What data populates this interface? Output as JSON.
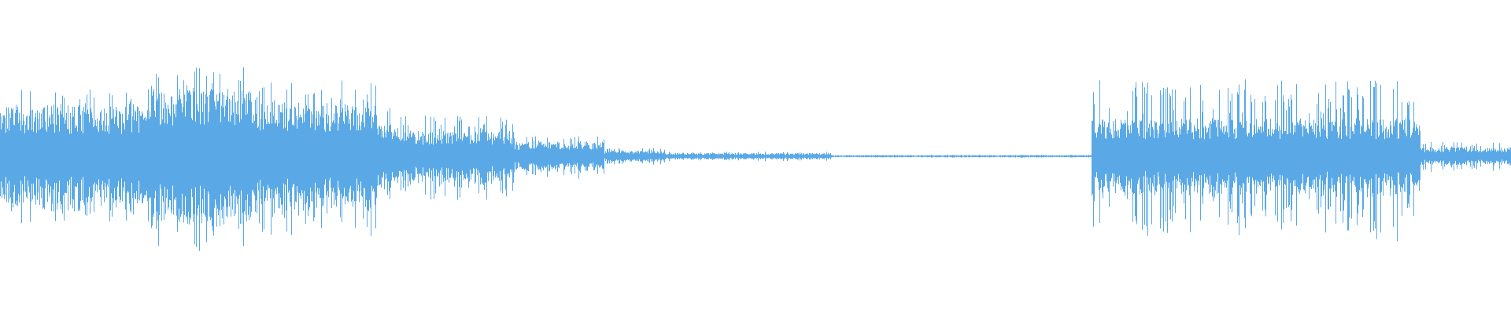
{
  "waveform": {
    "color": "#5aa9e6",
    "background": "#ffffff",
    "duration_fraction_segments": [
      {
        "start": 0.0,
        "end": 0.1,
        "level": 0.55,
        "spike": 0.75
      },
      {
        "start": 0.1,
        "end": 0.17,
        "level": 0.75,
        "spike": 1.0
      },
      {
        "start": 0.17,
        "end": 0.25,
        "level": 0.6,
        "spike": 0.85
      },
      {
        "start": 0.25,
        "end": 0.27,
        "level": 0.35,
        "spike": 0.55
      },
      {
        "start": 0.27,
        "end": 0.34,
        "level": 0.28,
        "spike": 0.45
      },
      {
        "start": 0.34,
        "end": 0.4,
        "level": 0.16,
        "spike": 0.22
      },
      {
        "start": 0.4,
        "end": 0.44,
        "level": 0.06,
        "spike": 0.09
      },
      {
        "start": 0.44,
        "end": 0.55,
        "level": 0.035,
        "spike": 0.05
      },
      {
        "start": 0.55,
        "end": 0.722,
        "level": 0.012,
        "spike": 0.015
      },
      {
        "start": 0.722,
        "end": 0.94,
        "level": 0.42,
        "spike": 0.85
      },
      {
        "start": 0.94,
        "end": 1.0,
        "level": 0.1,
        "spike": 0.16
      }
    ]
  }
}
